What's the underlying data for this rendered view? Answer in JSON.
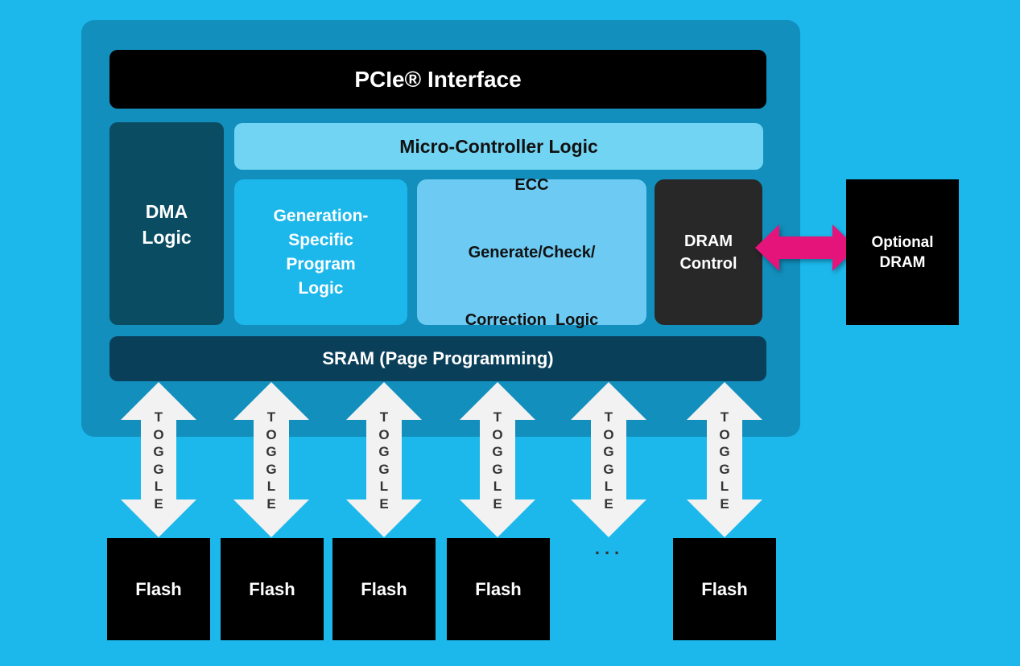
{
  "diagram": {
    "controller": {
      "pcie_label": "PCIe® Interface",
      "micro_controller_label": "Micro-Controller Logic",
      "dma_label_lines": [
        "DMA",
        "Logic"
      ],
      "generation_label_lines": [
        "Generation-",
        "Specific",
        "Program",
        "Logic"
      ],
      "ecc_label_lines": [
        "ECC",
        "Generate/Check/",
        "Correction  Logic"
      ],
      "dram_control_label_lines": [
        "DRAM",
        "Control"
      ],
      "sram_label": "SRAM (Page Programming)"
    },
    "optional_dram_label_lines": [
      "Optional",
      "DRAM"
    ],
    "bus_label": "TOGGLE",
    "bus_letters": [
      "T",
      "O",
      "G",
      "G",
      "L",
      "E"
    ],
    "flash_channels": [
      {
        "label": "Flash"
      },
      {
        "label": "Flash"
      },
      {
        "label": "Flash"
      },
      {
        "label": "Flash"
      },
      {
        "label": "Flash"
      }
    ],
    "ellipsis": "...",
    "colors": {
      "background": "#1cb8ec",
      "controller": "#128fbd",
      "dram_link_arrow": "#e5147a",
      "toggle_arrow": "#f2f2f2"
    }
  }
}
